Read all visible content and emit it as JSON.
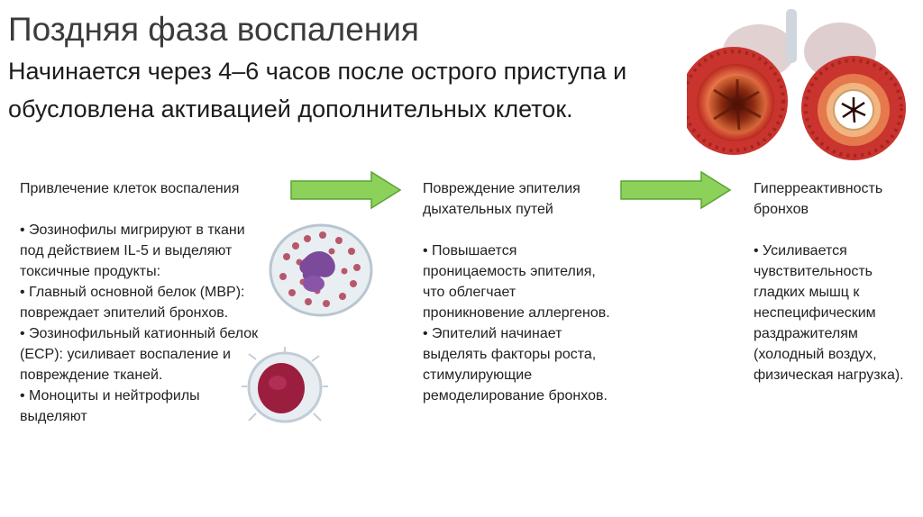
{
  "header": {
    "title": "Поздняя фаза воспаления",
    "subtitle": "Начинается через 4–6 часов после острого приступа и обусловлена активацией дополнительных клеток."
  },
  "columns": [
    {
      "heading": "Привлечение клеток воспаления",
      "body": "• Эозинофилы мигрируют в ткани под действием IL-5 и выделяют токсичные продукты:\n• Главный основной белок (MBP): повреждает эпителий бронхов.\n• Эозинофильный катионный белок (ECP): усиливает воспаление и повреждение тканей.\n• Моноциты и нейтрофилы выделяют"
    },
    {
      "heading": "Повреждение эпителия дыхательных путей",
      "body": "• Повышается проницаемость эпителия, что облегчает проникновение аллергенов.\n• Эпителий начинает выделять факторы роста, стимулирующие ремоделирование бронхов."
    },
    {
      "heading": "Гиперреактивность бронхов",
      "body": "• Усиливается чувствительность гладких мышц к неспецифическим раздражителям (холодный воздух, физическая нагрузка)."
    }
  ],
  "colors": {
    "arrow_fill": "#8cd25a",
    "arrow_stroke": "#5aa235",
    "bronchus": "#c9342e"
  },
  "icons": [
    "arrow-right-icon",
    "eosinophil-cell-image",
    "monocyte-cell-image",
    "bronchi-lungs-image"
  ]
}
